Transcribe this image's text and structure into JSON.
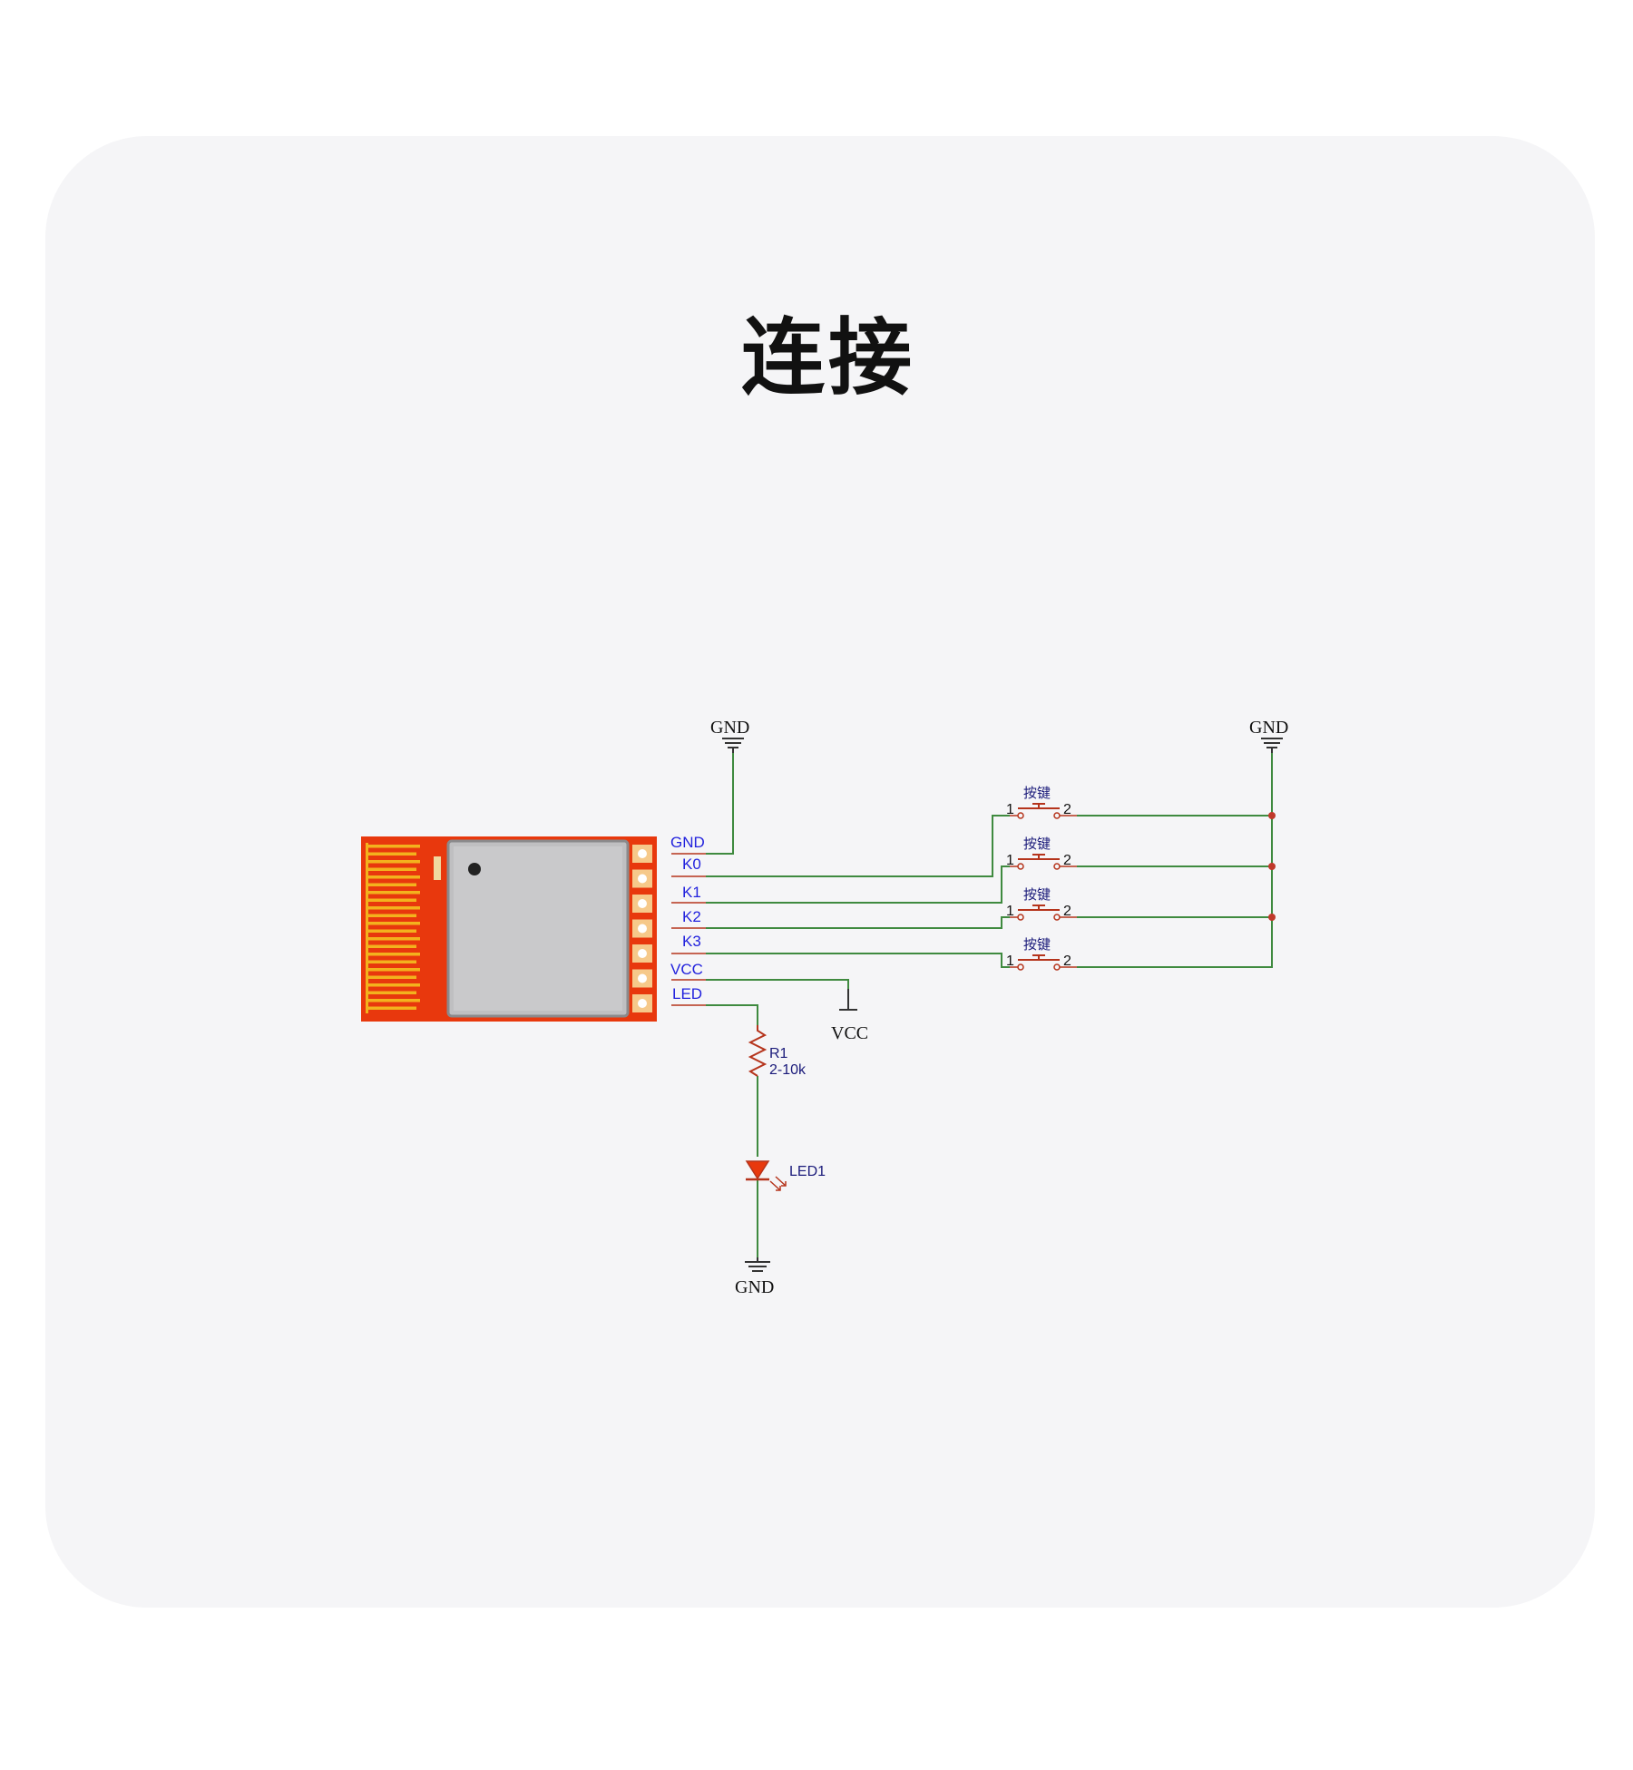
{
  "title": "连接",
  "module_pins": [
    "GND",
    "K0",
    "K1",
    "K2",
    "K3",
    "VCC",
    "LED"
  ],
  "power": {
    "gnd_top_left": "GND",
    "gnd_top_right": "GND",
    "vcc": "VCC",
    "gnd_bottom": "GND"
  },
  "buttons": [
    {
      "label": "按键",
      "pin1": "1",
      "pin2": "2"
    },
    {
      "label": "按键",
      "pin1": "1",
      "pin2": "2"
    },
    {
      "label": "按键",
      "pin1": "1",
      "pin2": "2"
    },
    {
      "label": "按键",
      "pin1": "1",
      "pin2": "2"
    }
  ],
  "resistor": {
    "ref": "R1",
    "value": "2-10k"
  },
  "led": {
    "ref": "LED1"
  },
  "colors": {
    "wire": "#3f8a3f",
    "pcb": "#e8380d",
    "shield": "#bfbfc1",
    "pin_label": "#2222dd",
    "component": "#b5341c",
    "junction": "#c0392b"
  }
}
